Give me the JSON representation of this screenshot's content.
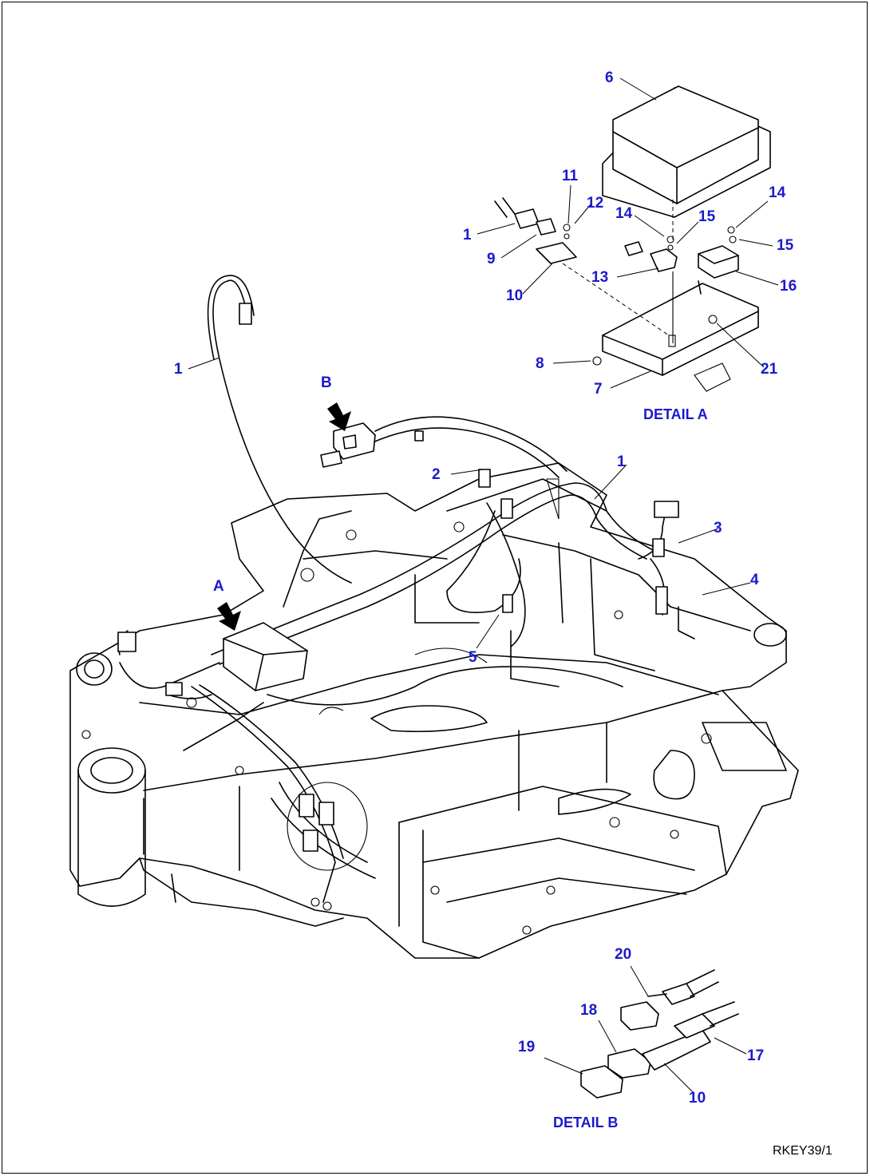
{
  "callouts": {
    "main": {
      "c1a": "1",
      "c1b": "1",
      "c2": "2",
      "c3": "3",
      "c4": "4",
      "c5": "5",
      "viewA": "A",
      "viewB": "B"
    },
    "detail_a": {
      "c6": "6",
      "c11": "11",
      "c12": "12",
      "c14a": "14",
      "c14b": "14",
      "c15a": "15",
      "c15b": "15",
      "c1": "1",
      "c9": "9",
      "c10": "10",
      "c13": "13",
      "c16": "16",
      "c8": "8",
      "c7": "7",
      "c21": "21"
    },
    "detail_b": {
      "c20": "20",
      "c18": "18",
      "c19": "19",
      "c17": "17",
      "c10": "10"
    }
  },
  "titles": {
    "detail_a": "DETAIL A",
    "detail_b": "DETAIL B"
  },
  "drawing_code": "RKEY39/1",
  "colors": {
    "callout": "#1a1acc",
    "line": "#000000",
    "background": "#ffffff"
  }
}
